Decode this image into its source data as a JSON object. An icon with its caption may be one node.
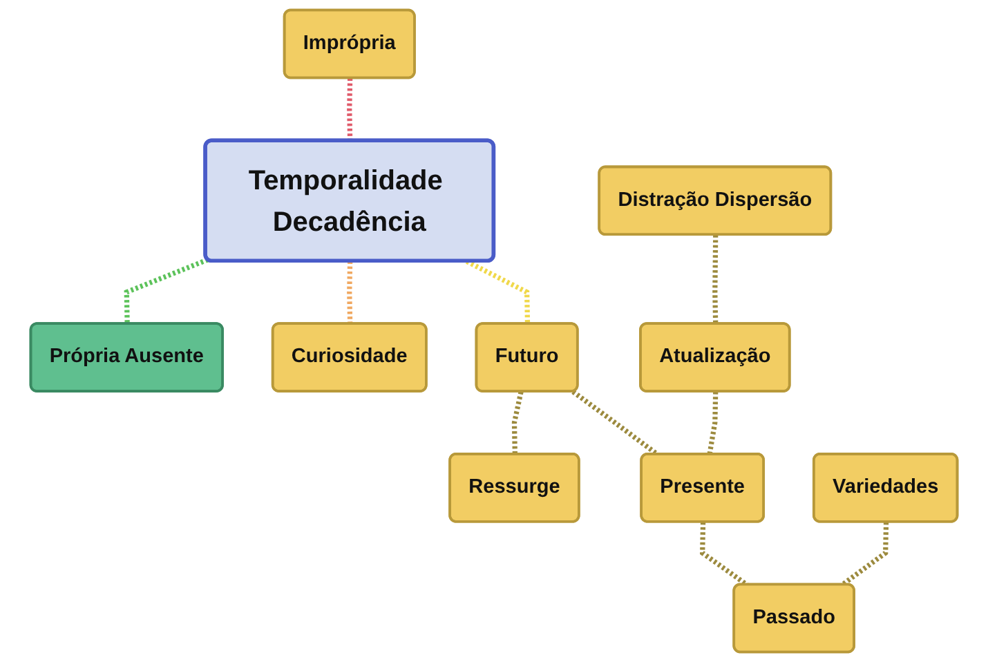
{
  "diagram": {
    "nodes": [
      {
        "text": [
          "Imprópria"
        ]
      },
      {
        "text": [
          "Temporalidade Decadência"
        ]
      },
      {
        "text": [
          "Própria Ausente"
        ]
      },
      {
        "text": [
          "Curiosidade"
        ]
      },
      {
        "text": [
          "Futuro"
        ]
      },
      {
        "text": [
          "Ressurge"
        ]
      },
      {
        "text": [
          "Distração Dispersão"
        ]
      },
      {
        "text": [
          "Atualização"
        ]
      },
      {
        "text": [
          "Presente"
        ]
      },
      {
        "text": [
          "Variedades"
        ]
      },
      {
        "text": [
          "Passado"
        ]
      }
    ],
    "edges": [
      {
        "from": 0,
        "to": 1,
        "arrow": "none",
        "color": "#e05a6a"
      },
      {
        "from": 1,
        "to": 2,
        "arrow": "none",
        "color": "#5cc25a"
      },
      {
        "from": 1,
        "to": 3,
        "arrow": "none",
        "color": "#f0a860"
      },
      {
        "from": 1,
        "to": 4,
        "arrow": "none",
        "color": "#f0d84a"
      },
      {
        "from": 4,
        "to": 5,
        "arrow": "none"
      },
      {
        "from": 4,
        "to": 8,
        "arrow": "none"
      },
      {
        "from": 6,
        "to": 7,
        "arrow": "none"
      },
      {
        "from": 7,
        "to": 8,
        "arrow": "none"
      },
      {
        "from": 8,
        "to": 10,
        "arrow": "none"
      },
      {
        "from": 9,
        "to": 10,
        "arrow": "none"
      }
    ]
  }
}
